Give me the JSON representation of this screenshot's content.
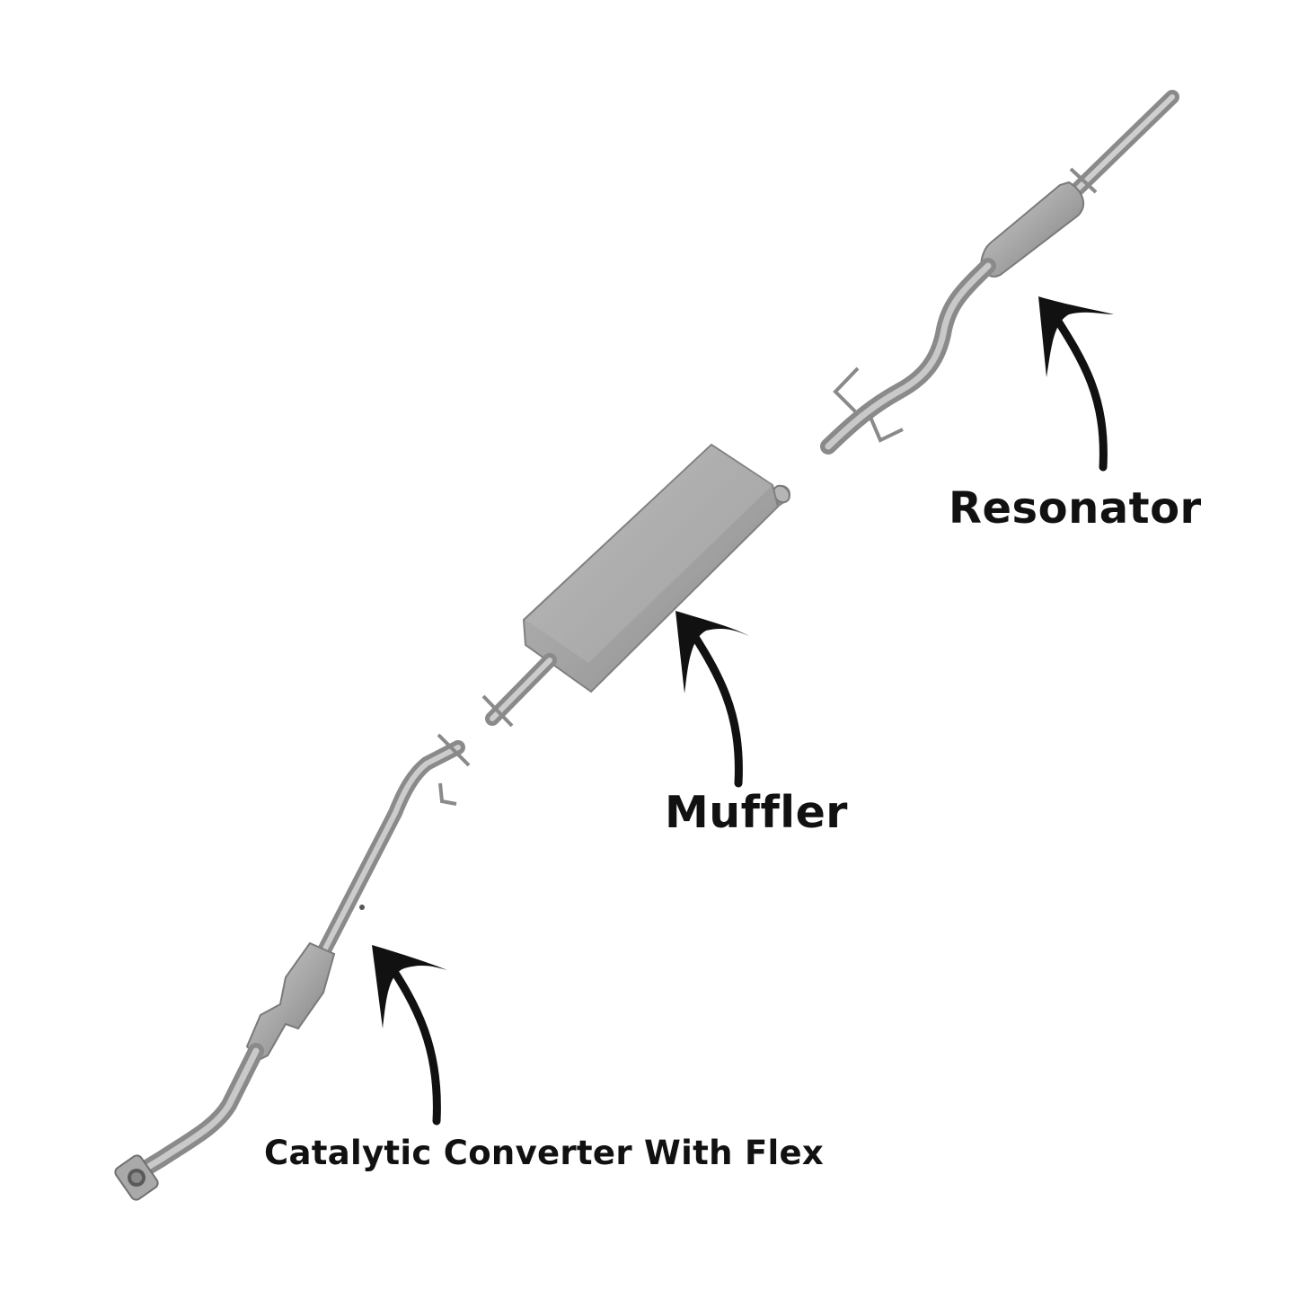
{
  "labels": {
    "resonator": "Resonator",
    "muffler": "Muffler",
    "catalytic_converter": "Catalytic Converter With Flex"
  },
  "colors": {
    "background": "#ffffff",
    "pipe": "#9a9a9a",
    "pipe_dark": "#707070",
    "pipe_light": "#c8c8c8",
    "arrow": "#111111",
    "text": "#111111"
  },
  "icons": {
    "arrow": "curved-arrow-icon"
  }
}
